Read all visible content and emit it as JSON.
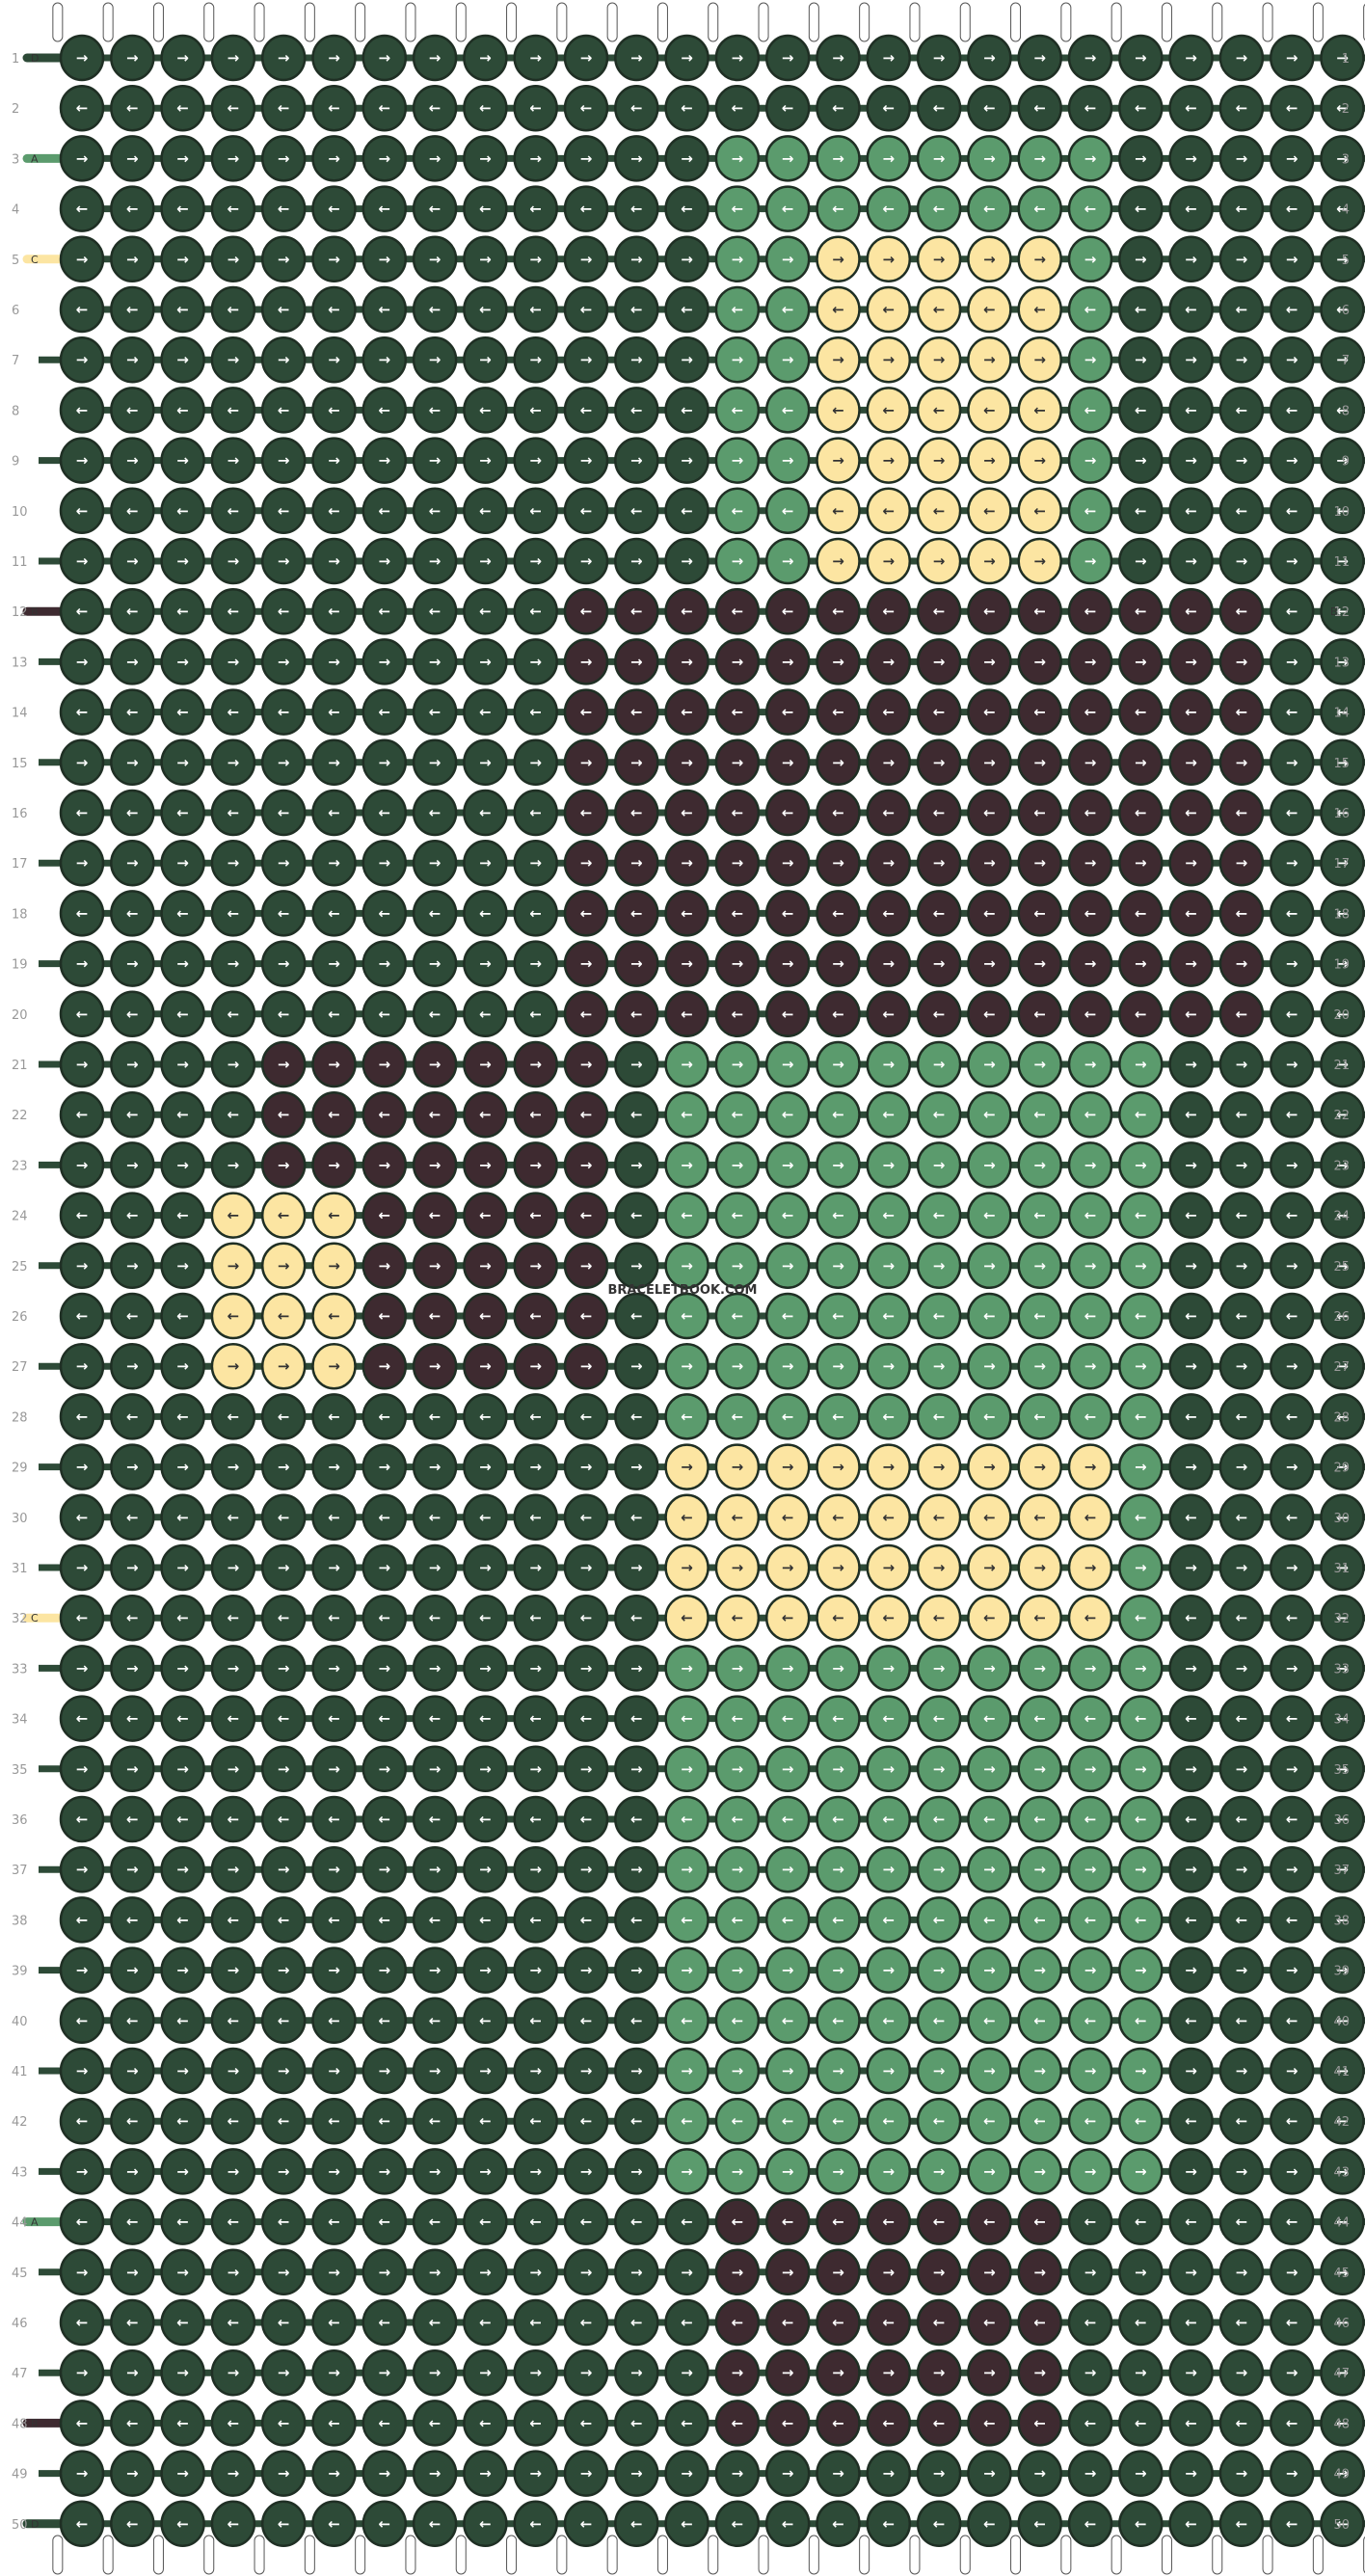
{
  "watermark": "BRACELETBOOK.COM",
  "row_count": 50,
  "knots_per_row": 26,
  "colors": {
    "A": "#5b9b6d",
    "B": "#3e2a30",
    "C": "#fce5a2",
    "D": "#2d4a37"
  },
  "left_string_labels": [
    {
      "row": 1,
      "color": "D"
    },
    {
      "row": 3,
      "color": "A"
    },
    {
      "row": 5,
      "color": "C"
    },
    {
      "row": 12,
      "color": "B"
    },
    {
      "row": 32,
      "color": "C"
    },
    {
      "row": 44,
      "color": "A"
    },
    {
      "row": 48,
      "color": "B"
    },
    {
      "row": 50,
      "color": "D"
    }
  ],
  "right_string_labels": [
    {
      "row": 12,
      "color": "B"
    }
  ],
  "regions": [
    {
      "color": "A",
      "rows": [
        3,
        20
      ],
      "cols": [
        13,
        20
      ]
    },
    {
      "color": "C",
      "rows": [
        5,
        12
      ],
      "cols": [
        15,
        19
      ]
    },
    {
      "color": "B",
      "rows": [
        12,
        20
      ],
      "cols": [
        10,
        23
      ]
    },
    {
      "color": "B",
      "rows": [
        21,
        27
      ],
      "cols": [
        4,
        10
      ]
    },
    {
      "color": "C",
      "rows": [
        24,
        27
      ],
      "cols": [
        3,
        5
      ]
    },
    {
      "color": "A",
      "rows": [
        21,
        43
      ],
      "cols": [
        12,
        21
      ]
    },
    {
      "color": "C",
      "rows": [
        29,
        32
      ],
      "cols": [
        12,
        20
      ]
    },
    {
      "color": "B",
      "rows": [
        44,
        48
      ],
      "cols": [
        13,
        19
      ]
    }
  ]
}
